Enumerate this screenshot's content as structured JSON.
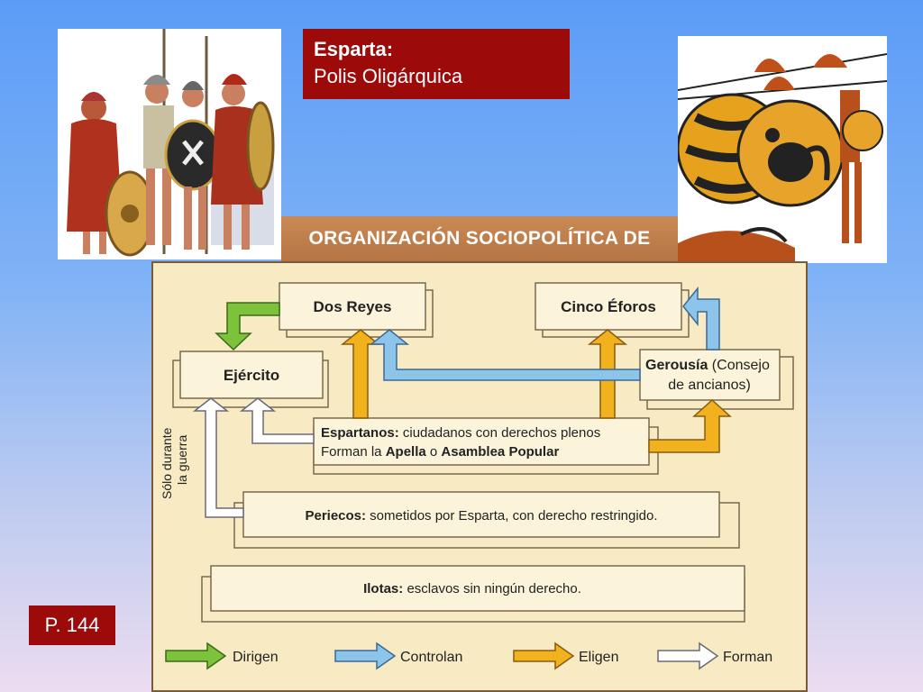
{
  "title": {
    "line1": "Esparta:",
    "line2": "Polis Oligárquica"
  },
  "page_ref": "P. 144",
  "diagram": {
    "header": "ORGANIZACIÓN SOCIOPOLÍTICA DE ESPARTA",
    "nodes": {
      "reyes": "Dos Reyes",
      "eforos": "Cinco Éforos",
      "ejercito": "Ejército",
      "gerousia_bold": "Gerousía",
      "gerousia_rest1": " (Consejo",
      "gerousia_rest2": "de ancianos)",
      "espartanos_bold": "Espartanos:",
      "espartanos_rest": " ciudadanos con derechos plenos",
      "forman_pre": "Forman la ",
      "forman_apella": "Apella",
      "forman_o": " o ",
      "forman_asamblea": "Asamblea Popular",
      "periecos_bold": "Periecos:",
      "periecos_rest": " sometidos por Esparta, con derecho restringido.",
      "ilotas_bold": "Ilotas:",
      "ilotas_rest": " esclavos sin ningún derecho."
    },
    "side_note_line1": "Sólo durante",
    "side_note_line2": "la guerra",
    "legend": [
      {
        "label": "Dirigen",
        "color": "#7cc23a"
      },
      {
        "label": "Controlan",
        "color": "#8cc4ea"
      },
      {
        "label": "Eligen",
        "color": "#f2b21e"
      },
      {
        "label": "Forman",
        "color": "#ffffff"
      }
    ]
  }
}
